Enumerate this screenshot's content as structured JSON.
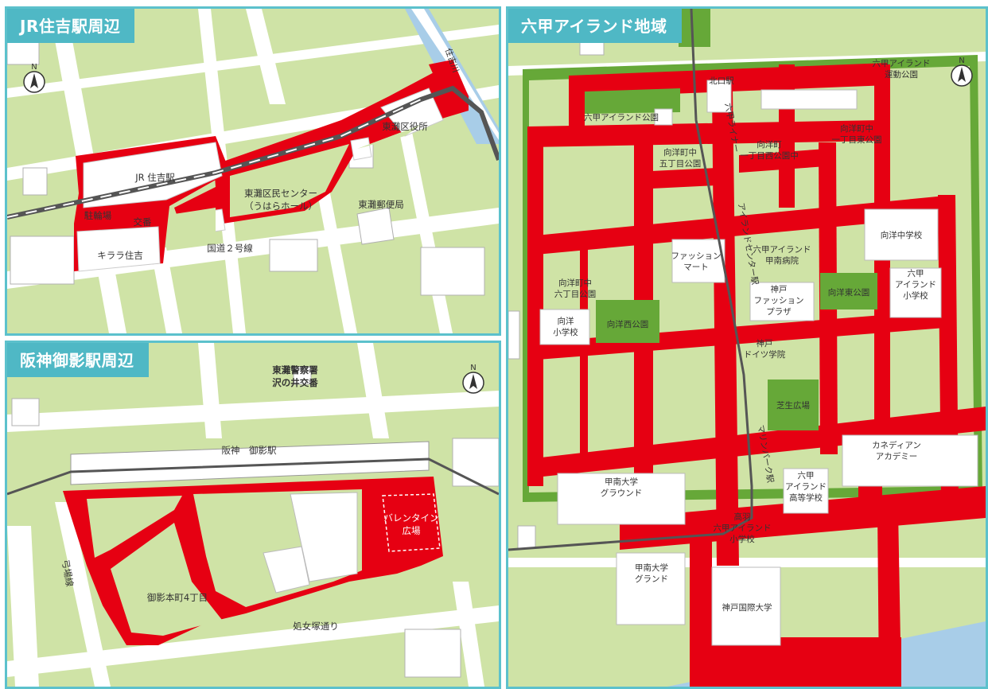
{
  "panels": {
    "jr": {
      "title": "JR住吉駅周辺",
      "labels": {
        "jr_station": "JR 住吉駅",
        "ward_office": "東灘区役所",
        "civic_center_1": "東灘区民センター",
        "civic_center_2": "（うはらホール）",
        "post_office": "東灘郵便局",
        "bike_parking": "駐輪場",
        "police_box": "交番",
        "kirara": "キララ住吉",
        "route2": "国道２号線",
        "river": "住吉川"
      }
    },
    "hanshin": {
      "title": "阪神御影駅周辺",
      "labels": {
        "police_1": "東灘警察署",
        "police_2": "沢の井交番",
        "station": "阪神　御影駅",
        "valentine_1": "バレンタイン",
        "valentine_2": "広場",
        "mikage_honmachi": "御影本町4丁目",
        "shojozuka": "処女塚通り",
        "yumiba": "弓場線"
      }
    },
    "rokko": {
      "title": "六甲アイランド地域",
      "labels": {
        "undo_park_1": "六甲アイランド",
        "undo_park_2": "運動公園",
        "kitaguchi": "北口駅",
        "rokko_liner": "六甲ライナー",
        "rokko_park": "六甲アイランド公園",
        "koyo5_1": "向洋町中",
        "koyo5_2": "五丁目公園",
        "koyo1w_1": "向洋町",
        "koyo1w_2": "一丁目西公園中",
        "koyo1e_1": "向洋町中",
        "koyo1e_2": "一丁目東公園",
        "koyo_jhs": "向洋中学校",
        "fashion_mart_1": "ファッション",
        "fashion_mart_2": "マート",
        "center_station": "アイランドセンター駅",
        "konan_hosp_1": "六甲アイランド",
        "konan_hosp_2": "甲南病院",
        "koyo6_1": "向洋町中",
        "koyo6_2": "六丁目公園",
        "fashion_plaza_1": "神戸",
        "fashion_plaza_2": "ファッション",
        "fashion_plaza_3": "プラザ",
        "koyo_east_park": "向洋東公園",
        "island_es_1": "六甲",
        "island_es_2": "アイランド",
        "island_es_3": "小学校",
        "koyo_es_1": "向洋",
        "koyo_es_2": "小学校",
        "koyo_west_park": "向洋西公園",
        "german_school_1": "神戸",
        "german_school_2": "ドイツ学院",
        "shibafu": "芝生広場",
        "marine_park": "マリンパーク駅",
        "island_hs_1": "六甲",
        "island_hs_2": "アイランド",
        "island_hs_3": "高等学校",
        "canadian_1": "カネディアン",
        "canadian_2": "アカデミー",
        "konan_ground_1": "甲南大学",
        "konan_ground_2": "グラウンド",
        "konan_grand_1": "甲南大学",
        "konan_grand_2": "グランド",
        "takaha_1": "高羽",
        "takaha_2": "六甲アイランド",
        "takaha_3": "小学校",
        "kobe_intl": "神戸国際大学"
      }
    }
  },
  "compass_label": "N",
  "colors": {
    "land": "#cfe3a6",
    "road": "#ffffff",
    "route": "#e60012",
    "park": "#66a838",
    "building": "#ffffff",
    "rail": "#555555",
    "water": "#a8cde8",
    "frame": "#5cc1cc",
    "title_bg": "#4fb8c5"
  }
}
